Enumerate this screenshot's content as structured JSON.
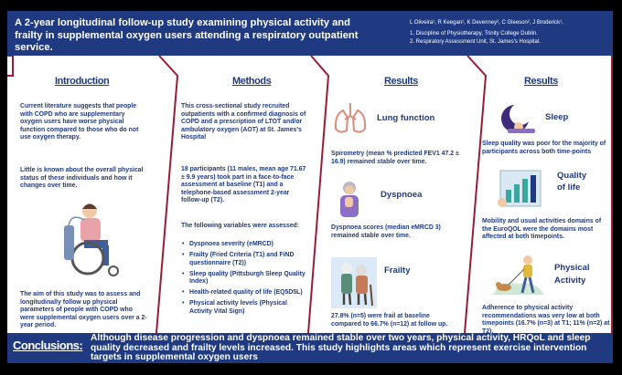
{
  "header": {
    "title": "A 2-year longitudinal follow-up study examining physical activity and frailty in supplemental oxygen users attending a respiratory outpatient service.",
    "authors": "L Oliveira¹, R Keegan¹, K Devenney², C Gleeson², J Broderick¹,",
    "affiliations": [
      "1.    Discipline of Physiotherapy, Trinity College Dublin.",
      "2.    Respiratory Assessment Unit, St. James's Hospital."
    ]
  },
  "introduction": {
    "heading": "Introduction",
    "p1": "Current literature suggests that people with COPD who are supplementary oxygen users have worse physical function compared to those who do not use oxygen therapy.",
    "p2": "Little is known about the overall physical status of these individuals and how it changes over time.",
    "p3": "The aim of this study was to assess and longitudinally follow up physical parameters of people with COPD who were supplemental oxygen users over a 2-year period."
  },
  "methods": {
    "heading": "Methods",
    "p1": "This cross-sectional study recruited outpatients with a confirmed diagnosis of COPD and a prescription of  LTOT and/or ambulatory oxygen (AOT) at St. James's Hospital",
    "p2": "18 participants (11 males, mean age 71.67 ± 9.9 years) took part in a face-to-face assessment at baseline (T1) and a telephone-based assessment 2-year follow-up (T2).",
    "p3": "The following variables were assessed:",
    "variables": [
      "Dyspnoea severity (eMRCD)",
      "Frailty (Fried Criteria (T1) and FiND questionnaire (T2))",
      "Sleep quality (Pittsburgh Sleep Quality Index)",
      "Health-related quality of life (EQ5D5L)",
      "Physical activity levels (Physical Activity Vital Sign)"
    ]
  },
  "results1": {
    "heading": "Results",
    "lung_title": "Lung function",
    "lung_text": "Spirometry (mean % predicted FEV1 47.2 ± 16.9) remained stable over time.",
    "dysp_title": "Dyspnoea",
    "dysp_text": "Dyspnoea scores (median eMRCD 3) remained stable over time.",
    "frailty_title": "Frailty",
    "frailty_text": "27.8% (n=5) were frail at baseline compared to 66.7% (n=12) at follow up."
  },
  "results2": {
    "heading": "Results",
    "sleep_title": "Sleep",
    "sleep_text": "Sleep quality was poor for the majority of participants across both time-points",
    "qol_title_1": "Quality",
    "qol_title_2": "of life",
    "qol_text": "Mobility and usual activities domains of the EuroQOL were the domains most affected at both timepoints.",
    "pa_title_1": "Physical",
    "pa_title_2": "Activity",
    "pa_text": "Adherence to physical activity recommendations was very low at both timepoints (16.7% (n=3) at T1; 11% (n=2) at T2)."
  },
  "footer": {
    "label": "Conclusions:",
    "text": "Although disease progression and dyspnoea remained stable over two years, physical activity, HRQoL and sleep quality decreased and frailty levels increased. This study highlights areas which represent exercise intervention targets in supplemental oxygen users"
  },
  "colors": {
    "navy": "#1f3a80",
    "maroon": "#9b1c35"
  }
}
